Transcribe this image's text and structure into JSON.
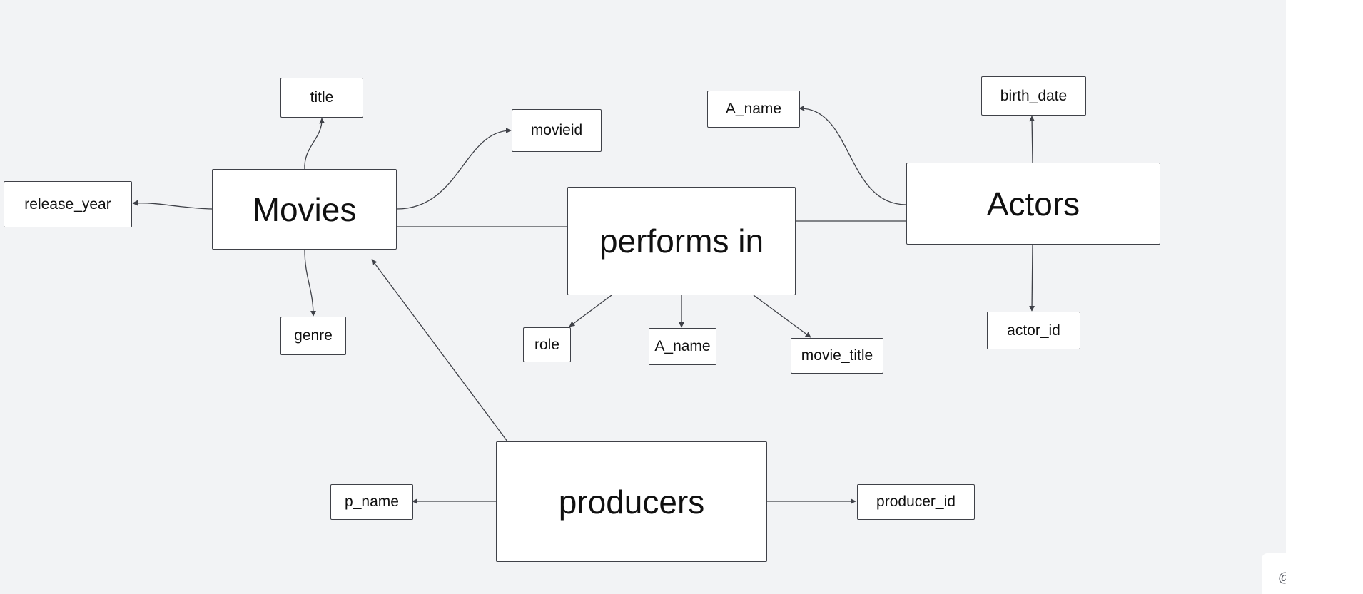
{
  "diagram": {
    "entities": {
      "movies": "Movies",
      "actors": "Actors",
      "producers": "producers"
    },
    "relationship": "performs in",
    "attributes": {
      "title": "title",
      "release_year": "release_year",
      "genre": "genre",
      "movieid": "movieid",
      "a_name_actor": "A_name",
      "birth_date": "birth_date",
      "actor_id": "actor_id",
      "role": "role",
      "a_name_rel": "A_name",
      "movie_title": "movie_title",
      "p_name": "p_name",
      "producer_id": "producer_id"
    },
    "connections": [
      {
        "from": "Movies",
        "to": "title",
        "arrow": true
      },
      {
        "from": "Movies",
        "to": "release_year",
        "arrow": true
      },
      {
        "from": "Movies",
        "to": "genre",
        "arrow": true
      },
      {
        "from": "Movies",
        "to": "movieid",
        "arrow": true
      },
      {
        "from": "Movies",
        "to": "performs in",
        "arrow": false
      },
      {
        "from": "performs in",
        "to": "Actors",
        "arrow": false
      },
      {
        "from": "Actors",
        "to": "A_name",
        "arrow": true
      },
      {
        "from": "Actors",
        "to": "birth_date",
        "arrow": true
      },
      {
        "from": "Actors",
        "to": "actor_id",
        "arrow": true
      },
      {
        "from": "performs in",
        "to": "role",
        "arrow": true
      },
      {
        "from": "performs in",
        "to": "A_name",
        "arrow": true
      },
      {
        "from": "performs in",
        "to": "movie_title",
        "arrow": true
      },
      {
        "from": "producers",
        "to": "Movies",
        "arrow": true
      },
      {
        "from": "producers",
        "to": "p_name",
        "arrow": true
      },
      {
        "from": "producers",
        "to": "producer_id",
        "arrow": true
      }
    ],
    "colors": {
      "canvas": "#f2f3f5",
      "node_fill": "#ffffff",
      "stroke": "#3f4148",
      "text": "#101010"
    }
  },
  "widgets": {
    "corner_glyph": "@"
  }
}
